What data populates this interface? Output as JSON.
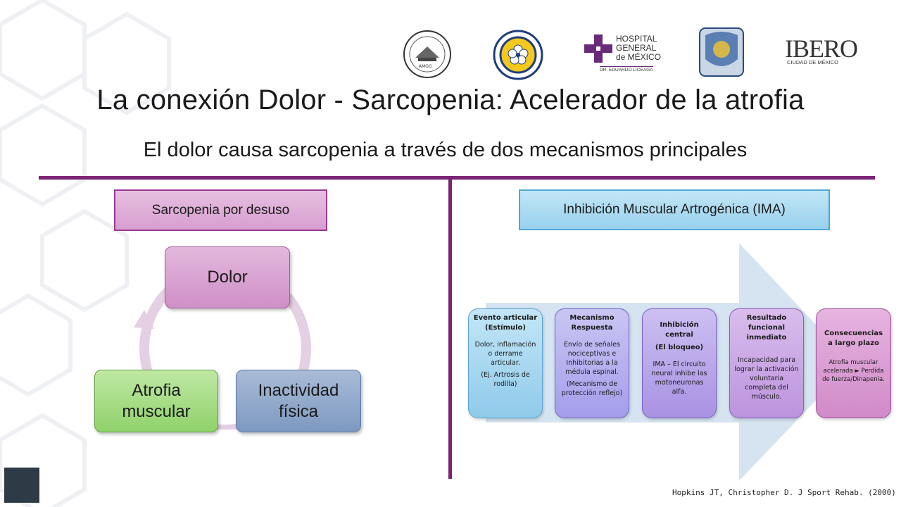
{
  "title": "La conexión Dolor - Sarcopenia: Acelerador de la atrofia",
  "subtitle": "El dolor causa sarcopenia a través de dos mecanismos principales",
  "logos": {
    "hospital_line1": "HOSPITAL",
    "hospital_line2": "GENERAL",
    "hospital_line3": "de MÉXICO",
    "hospital_line4": "DR. EDUARDO LICEAGA",
    "ibero_name": "IBERO",
    "ibero_city": "CIUDAD DE MÉXICO",
    "badge_text": "AMGG"
  },
  "left_panel": {
    "header": "Sarcopenia por desuso",
    "cycle": {
      "dolor": "Dolor",
      "inactividad_l1": "Inactividad",
      "inactividad_l2": "física",
      "atrofia_l1": "Atrofia",
      "atrofia_l2": "muscular"
    }
  },
  "right_panel": {
    "header": "Inhibición Muscular Artrogénica (IMA)",
    "cards": [
      {
        "title": "Evento articular",
        "subtitle": "(Estímulo)",
        "body": "Dolor, inflamación o derrame articular.",
        "note": "(Ej. Artrosis de rodilla)"
      },
      {
        "title": "Mecanismo Respuesta",
        "subtitle": "",
        "body": "Envío de señales nociceptivas e Inhibitorias a la médula espinal.",
        "note": "(Mecanismo de protección reflejo)"
      },
      {
        "title": "Inhibición central",
        "subtitle": "(El bloqueo)",
        "body": "IMA – El circuito neural inhibe las motoneuronas alfa.",
        "note": ""
      },
      {
        "title": "Resultado funcional inmediato",
        "subtitle": "",
        "body": "Incapacidad para lograr la activación voluntaria completa del músculo.",
        "note": ""
      },
      {
        "title": "Consecuencias a largo plazo",
        "subtitle": "",
        "body": "Atrofia muscular acelerada ► Perdida de fuerza/Dinapenia.",
        "note": ""
      }
    ]
  },
  "citation": "Hopkins JT, Christopher D. J Sport Rehab. (2000)",
  "colors": {
    "accent_rule": "#7b2374",
    "purple_box": "#dca3d4",
    "blue_box": "#a9d8ee",
    "green_box": "#a8de8c",
    "slate_box": "#8ea5c6",
    "arrow": "#d7e4ef"
  }
}
